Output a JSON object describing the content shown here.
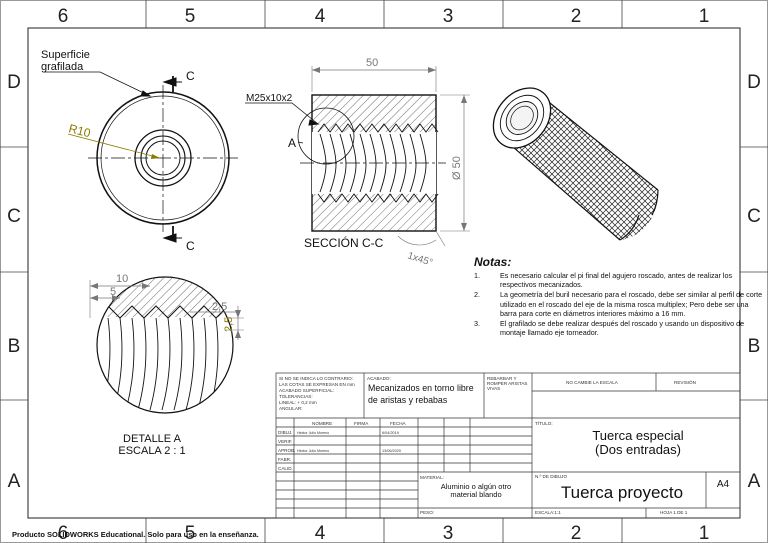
{
  "border": {
    "col_labels": [
      "6",
      "5",
      "4",
      "3",
      "2",
      "1"
    ],
    "row_labels": [
      "D",
      "C",
      "B",
      "A"
    ]
  },
  "front_view": {
    "surface_label": "Superficie\ngrafilada",
    "radius_label": "R10",
    "section_mark": "C"
  },
  "section_view": {
    "thread_label": "M25x10x2",
    "detail_mark": "A",
    "length_dim": "50",
    "diameter_dim": "Ø 50",
    "chamfer_dim": "1x45°",
    "title": "SECCIÓN C-C"
  },
  "detail_view": {
    "dim_10": "10",
    "dim_5": "5",
    "dim_2_5_h": "2,5",
    "dim_2_5_v": "2,5",
    "title_line1": "DETALLE A",
    "title_line2": "ESCALA 2 : 1"
  },
  "notes": {
    "heading": "Notas:",
    "items": [
      {
        "num": "1.",
        "text": "Es necesario calcular el pi final del agujero roscado, antes de realizar los respectivos mecanizados."
      },
      {
        "num": "2.",
        "text": "La geometría del buril necesario para el roscado, debe ser similar al perfil de corte utilizado en el roscado del eje de la misma rosca multiplex; Pero debe ser una barra para corte en diámetros interiores máximo a 16 mm."
      },
      {
        "num": "3.",
        "text": "El grafilado se debe realizar después del roscado y usando un dispositivo de montaje llamado eje torneador."
      }
    ]
  },
  "title_block": {
    "general_note": [
      "SI NO SE INDICA LO CONTRARIO:",
      "LAS COTAS SE EXPRESAN EN mm",
      "ACABADO SUPERFICIAL:",
      "TOLERANCIAS:",
      "   LINEAL: +  0,2 mm",
      "   ANGULAR:"
    ],
    "acabado_label": "ACABADO:",
    "acabado_value": "Mecanizados en torno libre de aristas y rebabas",
    "rebarbar_label": [
      "REBARBAR Y",
      "ROMPER ARISTAS",
      "VIVAS"
    ],
    "no_cambie": "NO CAMBIE LA ESCALA",
    "revision": "REVISIÓN",
    "nombre": "NOMBRE",
    "firma": "FIRMA",
    "fecha": "FECHA",
    "row_labels": [
      "DIBUJ.",
      "VERIF.",
      "APROB.",
      "FABR.",
      "CALID."
    ],
    "dibuj_name": "Héctor Julio Moreno",
    "dibuj_date": "6/04/2019",
    "aprob_name": "Héctor Julio Moreno",
    "aprob_date": "13/06/2020",
    "titulo_label": "TÍTULO:",
    "titulo_line1": "Tuerca especial",
    "titulo_line2": "(Dos entradas)",
    "material_label": "MATERIAL:",
    "material_value": "Aluminio o algún otro material blando",
    "dibujo_label": "N.º DE DIBUJO",
    "dibujo_value": "Tuerca proyecto",
    "size": "A4",
    "peso_label": "PESO:",
    "escala": "ESCALA:1:1",
    "hoja": "HOJA 1 DE 1"
  },
  "footer": "Producto SOLIDWORKS Educational. Solo para uso en la enseñanza."
}
